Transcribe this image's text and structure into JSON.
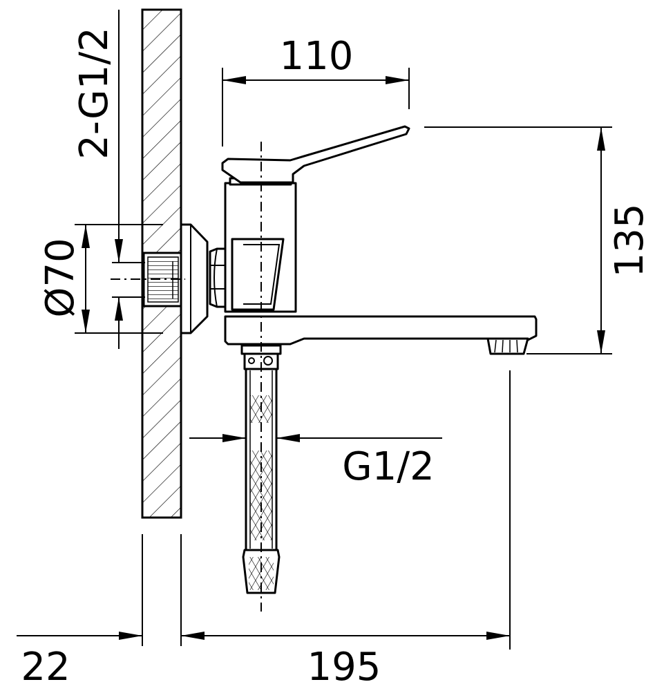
{
  "drawing": {
    "type": "faucet-installation-dimension-drawing",
    "colors": {
      "line": "#000000",
      "background": "#ffffff"
    }
  },
  "dimensions": {
    "handle_length": "110",
    "height": "135",
    "inlet_thread": "2-G1/2",
    "flange_diameter": "Ø70",
    "hose_thread": "G1/2",
    "wall_offset": "22",
    "spout_reach": "195"
  }
}
